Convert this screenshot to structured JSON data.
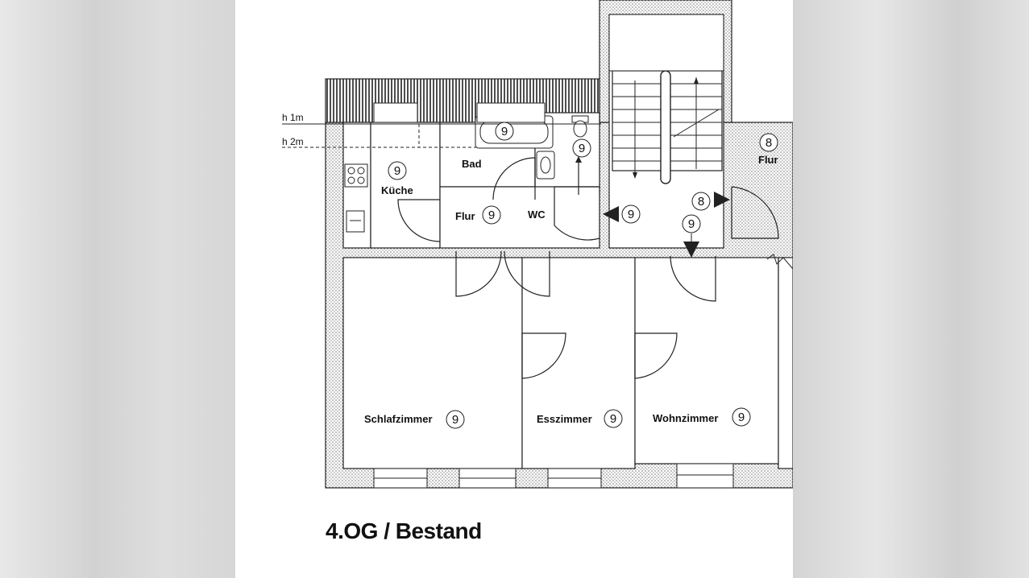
{
  "plan": {
    "title": "4.OG / Bestand",
    "height_markers": [
      {
        "label": "h 1m"
      },
      {
        "label": "h 2m"
      }
    ],
    "rooms": [
      {
        "name": "Küche",
        "number": "9"
      },
      {
        "name": "Bad",
        "number": "9"
      },
      {
        "name": "WC",
        "number": "9"
      },
      {
        "name": "Flur",
        "number": "9"
      },
      {
        "name": "Schlafzimmer",
        "number": "9"
      },
      {
        "name": "Esszimmer",
        "number": "9"
      },
      {
        "name": "Wohnzimmer",
        "number": "9"
      }
    ],
    "stair_hall": {
      "name": "Flur",
      "number": "8"
    },
    "entrance_markers": [
      {
        "number": "9"
      },
      {
        "number": "8"
      },
      {
        "number": "9"
      }
    ]
  }
}
